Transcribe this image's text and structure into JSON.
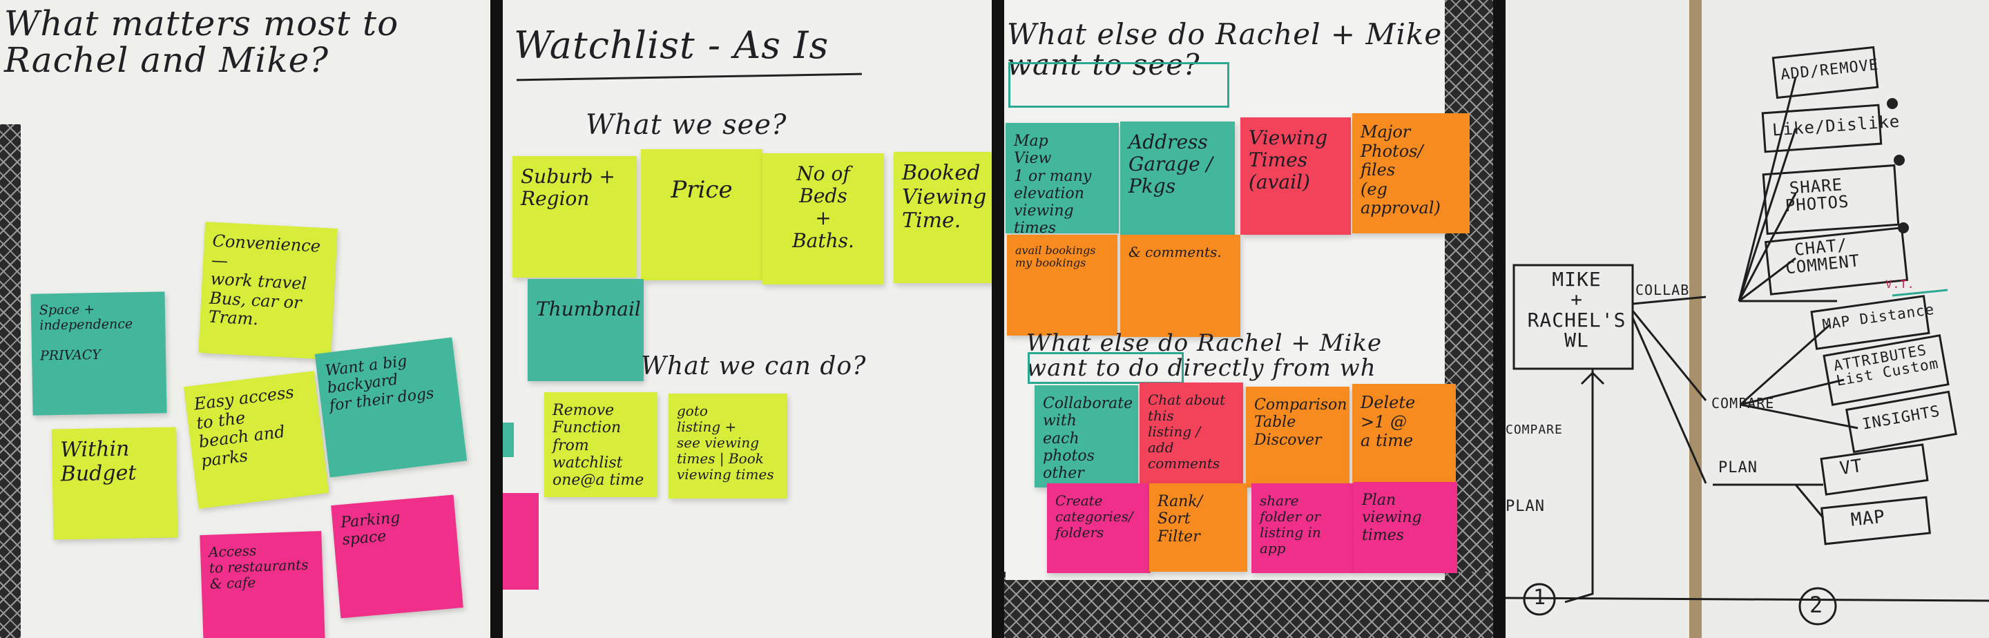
{
  "panel1": {
    "title": "What matters most to\nRachel and Mike?",
    "notes": [
      {
        "text": "Convenience\n—\nwork travel\nBus, car or\nTram.",
        "color": "#d8ec3a"
      },
      {
        "text": "Space +\nindependence\n\nPRIVACY",
        "color": "#43b79c"
      },
      {
        "text": "Easy access\nto the\nbeach and\nparks",
        "color": "#d8ec3a"
      },
      {
        "text": "Want a big\nbackyard\nfor their dogs",
        "color": "#43b79c"
      },
      {
        "text": "Within\nBudget",
        "color": "#d8ec3a"
      },
      {
        "text": "Parking\nspace",
        "color": "#ef2f8a"
      },
      {
        "text": "Access\nto restaurants\n& cafe",
        "color": "#ef2f8a"
      }
    ]
  },
  "panel2": {
    "title": "Watchlist - As Is",
    "heading_see": "What we see?",
    "heading_do": "What we can do?",
    "notes": [
      {
        "text": "Suburb +\nRegion",
        "color": "#d8ec3a"
      },
      {
        "text": "Price",
        "color": "#d8ec3a"
      },
      {
        "text": "No of\nBeds\n+\nBaths.",
        "color": "#d8ec3a"
      },
      {
        "text": "Booked\nViewing\nTime.",
        "color": "#d8ec3a"
      },
      {
        "text": "Thumbnail",
        "color": "#43b79c"
      },
      {
        "text": "Remove\nFunction\nfrom\nwatchlist\none@a time",
        "color": "#d8ec3a"
      },
      {
        "text": "goto\nlisting +\nsee viewing\ntimes | Book\nviewing times",
        "color": "#d8ec3a"
      }
    ]
  },
  "panel3": {
    "title": "What else do Rachel + Mike\nwant to see?",
    "subtitle": "What else do Rachel + Mike\nwant to do directly from wh",
    "notes_see": [
      {
        "text": "Map\nView\n1 or many\nelevation\nviewing times\nall relevant",
        "color": "#43b79c"
      },
      {
        "text": "Address\nGarage / Pkgs",
        "color": "#43b79c"
      },
      {
        "text": "Viewing\nTimes\n(avail)",
        "color": "#f2435a"
      },
      {
        "text": "Major\nPhotos/\nfiles\n(eg approval)",
        "color": "#f78b1f"
      },
      {
        "text": "avail bookings\nmy bookings",
        "color": "#f78b1f"
      },
      {
        "text": "& comments.",
        "color": "#f78b1f"
      }
    ],
    "notes_do": [
      {
        "text": "Collaborate\nwith\neach photos\nother",
        "color": "#43b79c"
      },
      {
        "text": "Chat about\nthis\nlisting /\nadd comments",
        "color": "#f2435a"
      },
      {
        "text": "Comparison\nTable\nDiscover",
        "color": "#f78b1f"
      },
      {
        "text": "Delete\n>1 @\na time",
        "color": "#f78b1f"
      },
      {
        "text": "Create\ncategories/\nfolders",
        "color": "#ef2f8a"
      },
      {
        "text": "Rank/\nSort\nFilter",
        "color": "#f78b1f"
      },
      {
        "text": "share\nfolder or\nlisting in\napp",
        "color": "#ef2f8a"
      },
      {
        "text": "Plan\nviewing\ntimes",
        "color": "#ef2f8a"
      }
    ]
  },
  "panel4": {
    "box_main": "MIKE\n+\nRACHEL'S\nWL",
    "collab_label": "COLLAB",
    "compare_label": "COMPARE",
    "plan_label": "PLAN",
    "left_compare": "COMPARE",
    "left_plan": "PLAN",
    "collab_items": [
      "ADD/REMOVE",
      "Like/Dislike",
      "SHARE\nPHOTOS",
      "CHAT/\nCOMMENT"
    ],
    "compare_items": [
      "MAP Distance",
      "ATTRIBUTES\nList Custom",
      "INSIGHTS"
    ],
    "vt_note": "V.T.",
    "plan_items": [
      "VT",
      "MAP"
    ],
    "num_1": "1",
    "num_2": "2"
  }
}
